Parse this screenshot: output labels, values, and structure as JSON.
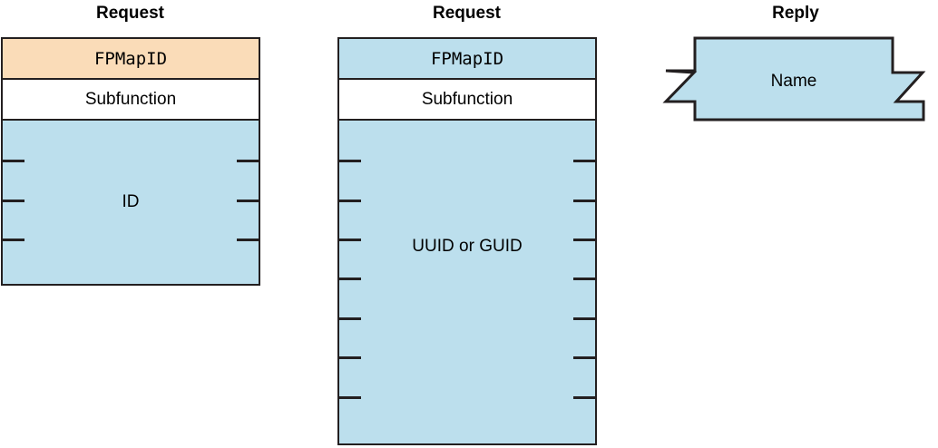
{
  "figure": {
    "type": "packet-structure-diagram",
    "background_color": "#ffffff",
    "stroke_color": "#231f20",
    "fill_highlight": "#fadcb8",
    "fill_standard": "#bcdfed",
    "fill_plain": "#ffffff"
  },
  "columns": [
    {
      "id": "request-id",
      "title": "Request",
      "fields": [
        {
          "label": "FPMapID",
          "style": "mono",
          "fill": "#fadcb8"
        },
        {
          "label": "Subfunction",
          "style": "sans",
          "fill": "#ffffff"
        },
        {
          "label": "ID",
          "style": "sans",
          "fill": "#bcdfed",
          "continuation_ticks": 3
        }
      ]
    },
    {
      "id": "request-uuid",
      "title": "Request",
      "fields": [
        {
          "label": "FPMapID",
          "style": "mono",
          "fill": "#bcdfed"
        },
        {
          "label": "Subfunction",
          "style": "sans",
          "fill": "#ffffff"
        },
        {
          "label": "UUID or GUID",
          "style": "sans",
          "fill": "#bcdfed",
          "continuation_ticks": 7
        }
      ]
    },
    {
      "id": "reply-name",
      "title": "Reply",
      "fields": [
        {
          "label": "Name",
          "style": "sans",
          "fill": "#bcdfed",
          "shape": "torn-ribbon"
        }
      ]
    }
  ]
}
